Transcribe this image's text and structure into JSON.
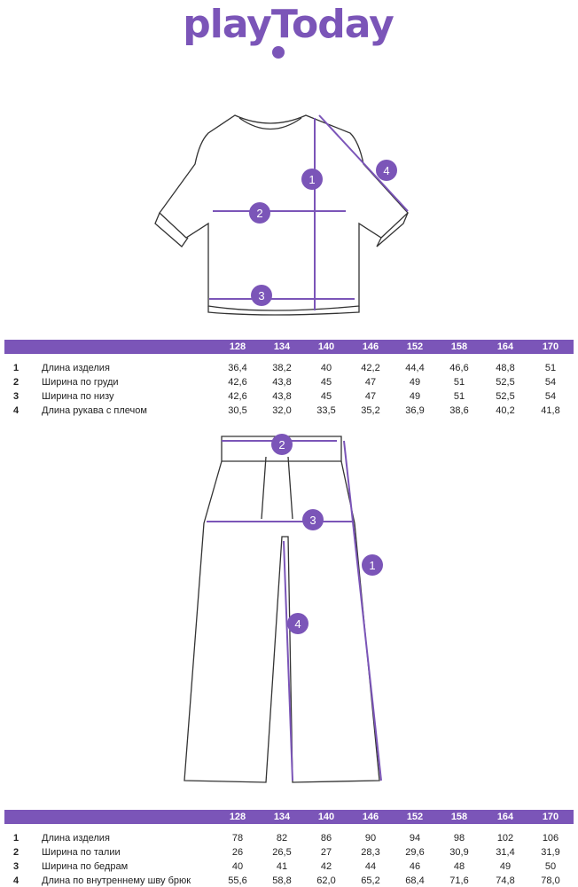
{
  "brand": {
    "logo_text": "playToday",
    "color": "#7b55b8"
  },
  "sizes": [
    "128",
    "134",
    "140",
    "146",
    "152",
    "158",
    "164",
    "170"
  ],
  "top_table": {
    "rows": [
      {
        "num": "1",
        "label": "Длина изделия",
        "values": [
          "36,4",
          "38,2",
          "40",
          "42,2",
          "44,4",
          "46,6",
          "48,8",
          "51"
        ]
      },
      {
        "num": "2",
        "label": "Ширина по груди",
        "values": [
          "42,6",
          "43,8",
          "45",
          "47",
          "49",
          "51",
          "52,5",
          "54"
        ]
      },
      {
        "num": "3",
        "label": "Ширина по низу",
        "values": [
          "42,6",
          "43,8",
          "45",
          "47",
          "49",
          "51",
          "52,5",
          "54"
        ]
      },
      {
        "num": "4",
        "label": "Длина рукава с плечом",
        "values": [
          "30,5",
          "32,0",
          "33,5",
          "35,2",
          "36,9",
          "38,6",
          "40,2",
          "41,8"
        ]
      }
    ]
  },
  "bottom_table": {
    "rows": [
      {
        "num": "1",
        "label": "Длина изделия",
        "values": [
          "78",
          "82",
          "86",
          "90",
          "94",
          "98",
          "102",
          "106"
        ]
      },
      {
        "num": "2",
        "label": "Ширина по талии",
        "values": [
          "26",
          "26,5",
          "27",
          "28,3",
          "29,6",
          "30,9",
          "31,4",
          "31,9"
        ]
      },
      {
        "num": "3",
        "label": "Ширина по бедрам",
        "values": [
          "40",
          "41",
          "42",
          "44",
          "46",
          "48",
          "49",
          "50"
        ]
      },
      {
        "num": "4",
        "label": "Длина по внутреннему шву брюк",
        "values": [
          "55,6",
          "58,8",
          "62,0",
          "65,2",
          "68,4",
          "71,6",
          "74,8",
          "78,0"
        ]
      }
    ]
  },
  "markers": {
    "m1": "1",
    "m2": "2",
    "m3": "3",
    "m4": "4"
  }
}
